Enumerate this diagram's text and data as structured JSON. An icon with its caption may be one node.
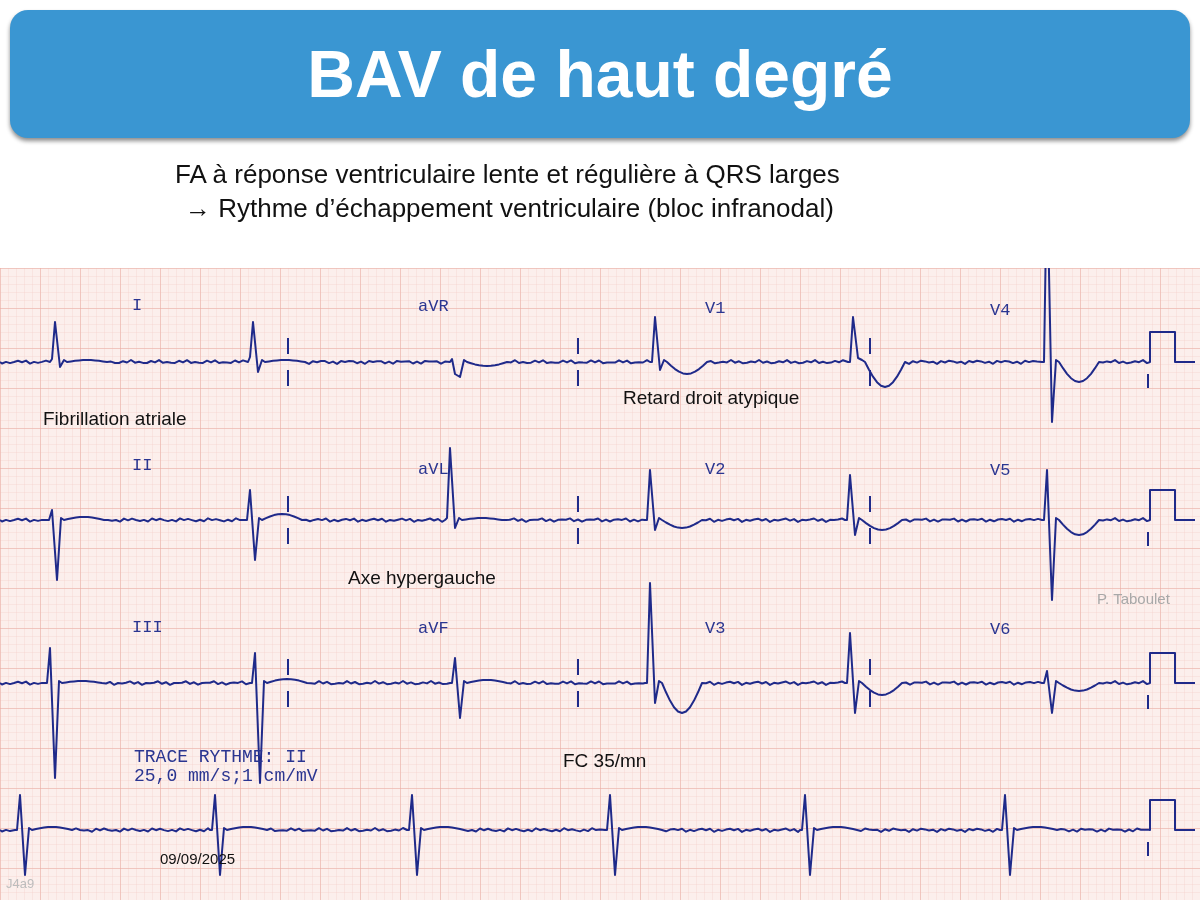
{
  "diagram": {
    "title": "BAV de haut degré",
    "labels": [
      "FA à réponse ventriculaire lente et régulière à QRS larges",
      "→ Rythme d’échappement ventriculaire (bloc infranodal)",
      "I",
      "aVR",
      "V1",
      "V4",
      "Retard droit atypique",
      "Fibrillation atriale",
      "II",
      "aVL",
      "V2",
      "V5",
      "Axe hypergauche",
      "P. Taboulet",
      "III",
      "aVF",
      "V3",
      "V6",
      "TRACE RYTHME: II",
      "25,0 mm/s;1 cm/mV",
      "FC 35/mn",
      "09/09/2025",
      "J4a9"
    ]
  }
}
